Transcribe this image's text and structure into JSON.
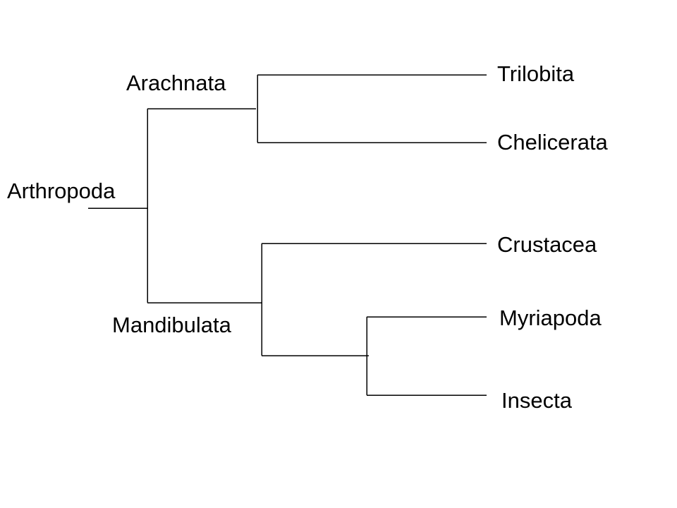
{
  "tree": {
    "root": {
      "name": "Arthropoda",
      "children": [
        {
          "name": "Arachnata",
          "children": [
            {
              "name": "Trilobita"
            },
            {
              "name": "Chelicerata"
            }
          ]
        },
        {
          "name": "Mandibulata",
          "children": [
            {
              "name": "Crustacea"
            },
            {
              "name": "",
              "children": [
                {
                  "name": "Myriapoda"
                },
                {
                  "name": "Insecta"
                }
              ]
            }
          ]
        }
      ]
    }
  }
}
